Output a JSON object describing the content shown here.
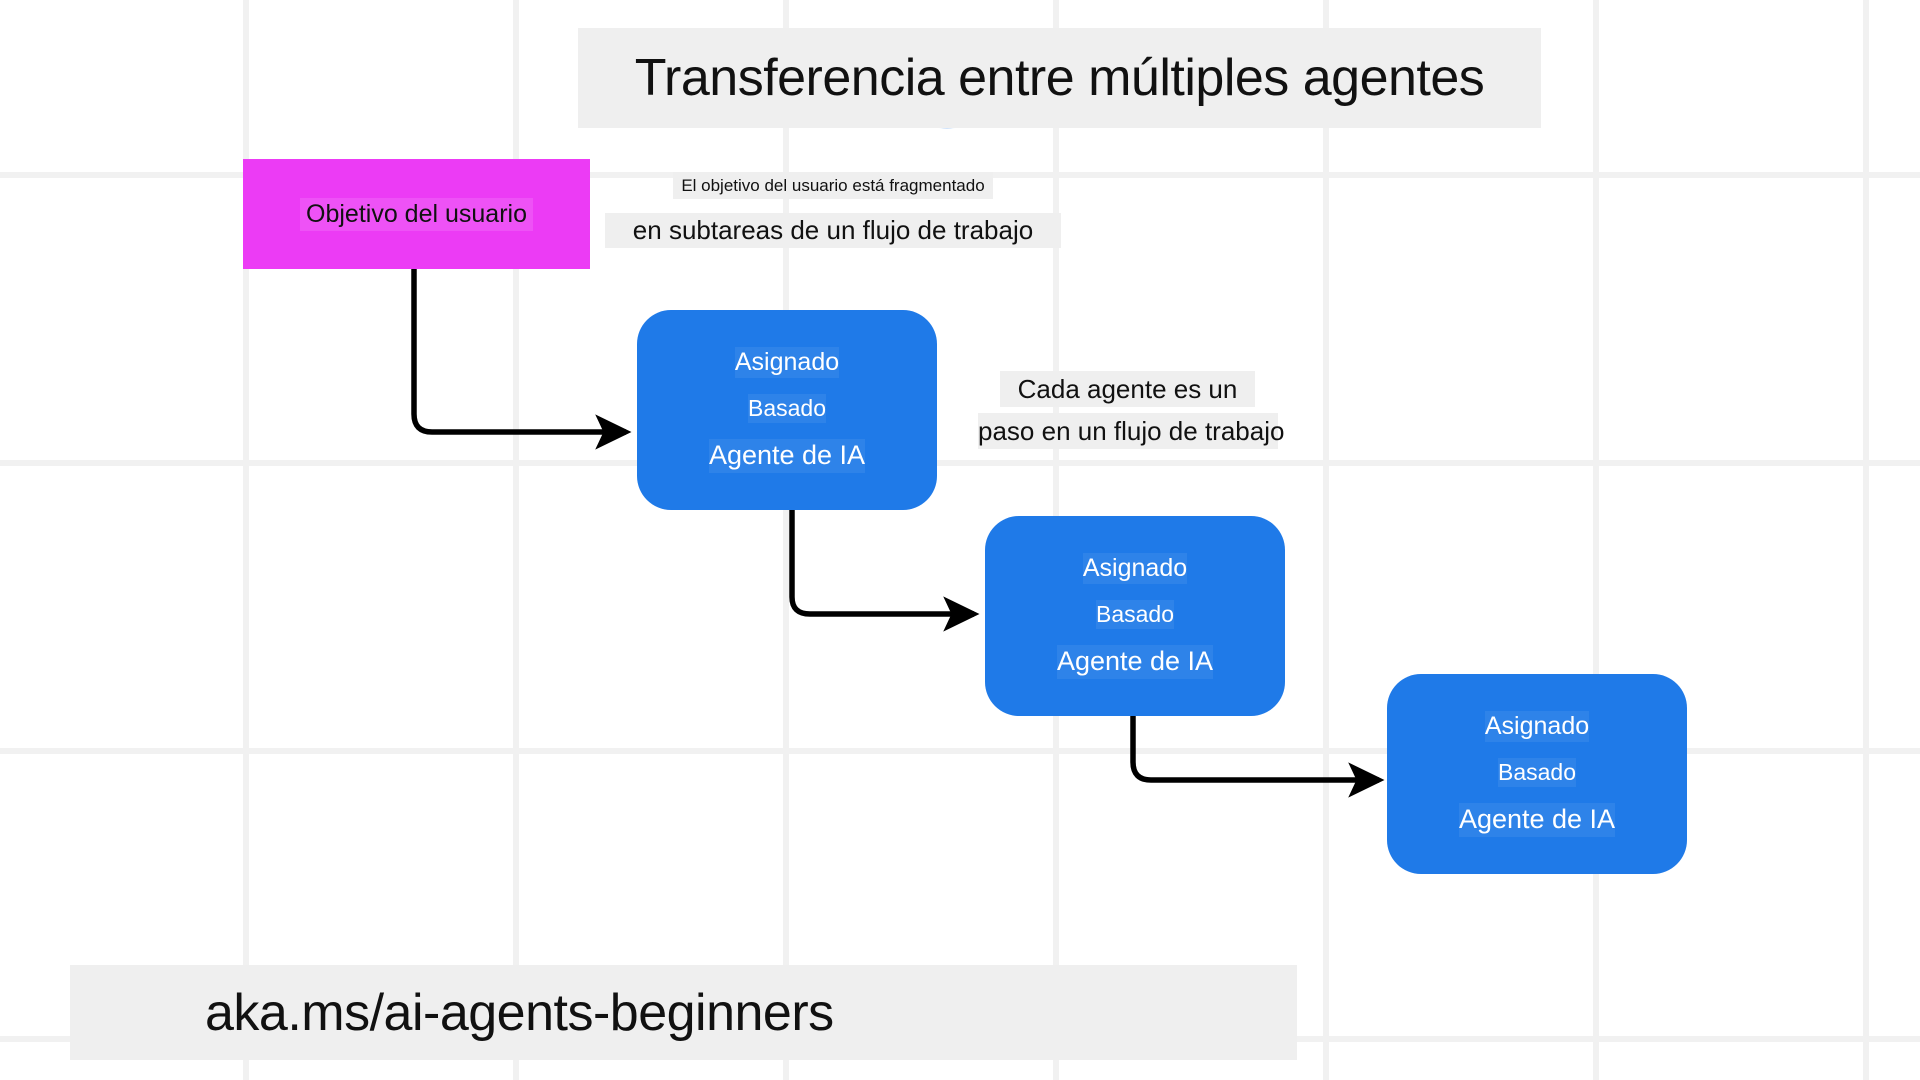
{
  "title": {
    "text": "Transferencia entre múltiples agentes"
  },
  "footer": {
    "url": "aka.ms/ai-agents-beginners"
  },
  "goal_node": {
    "label": "Objetivo del usuario",
    "color": "#ec3bf5"
  },
  "captions": {
    "goal_line1": "El objetivo del usuario está fragmentado",
    "goal_line2": "en subtareas de un flujo de trabajo",
    "step_line1": "Cada agente es un",
    "step_line2": "paso en un flujo de trabajo"
  },
  "agent_color": "#1f7ae8",
  "agents": [
    {
      "id": "agent-1",
      "assigned": "Asignado",
      "based": "Basado",
      "title": "Agente de IA"
    },
    {
      "id": "agent-2",
      "assigned": "Asignado",
      "based": "Basado",
      "title": "Agente de IA"
    },
    {
      "id": "agent-3",
      "assigned": "Asignado",
      "based": "Basado",
      "title": "Agente de IA"
    }
  ],
  "connectors": [
    {
      "id": "goal-to-agent1",
      "from": "goal_node",
      "to": "agent-1"
    },
    {
      "id": "agent1-to-agent2",
      "from": "agent-1",
      "to": "agent-2"
    },
    {
      "id": "agent2-to-agent3",
      "from": "agent-2",
      "to": "agent-3"
    }
  ]
}
